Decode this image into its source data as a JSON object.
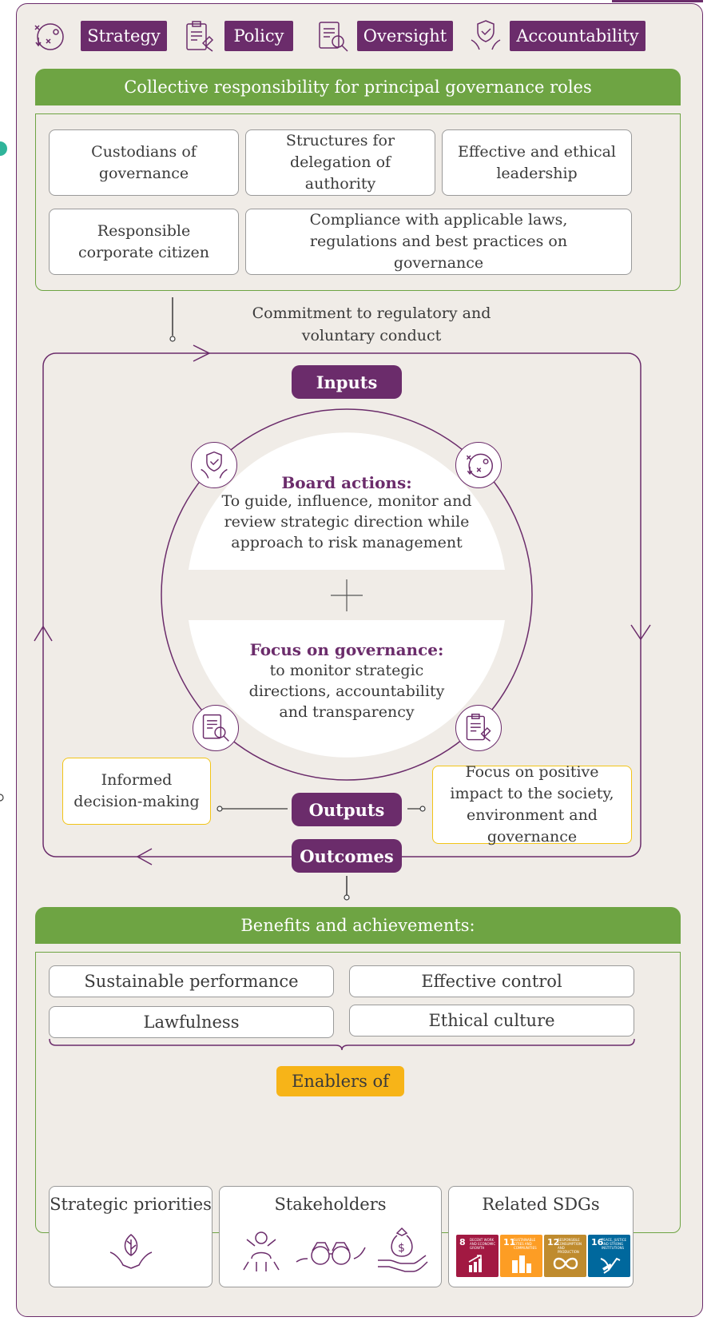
{
  "colors": {
    "purple": "#6b2c6b",
    "green": "#6ea443",
    "yellow": "#f2c417",
    "background": "#f0ece7"
  },
  "legend": [
    {
      "label": "Strategy",
      "icon": "strategy-icon"
    },
    {
      "label": "Policy",
      "icon": "policy-icon"
    },
    {
      "label": "Oversight",
      "icon": "oversight-icon"
    },
    {
      "label": "Accountability",
      "icon": "accountability-icon"
    }
  ],
  "roles": {
    "header": "Collective responsibility for principal governance roles",
    "items": [
      "Custodians of governance",
      "Structures for delegation of authority",
      "Effective and ethical leadership",
      "Responsible corporate citizen",
      "Compliance with applicable laws, regulations and best practices on governance"
    ]
  },
  "commitment": "Commitment to regulatory and voluntary conduct",
  "cycle": {
    "inputs": "Inputs",
    "board_title": "Board actions:",
    "board_text": "To guide, influence, monitor and review strategic direction while approach to risk management",
    "focus_title": "Focus on governance:",
    "focus_text": "to monitor strategic directions, accountability and transparency",
    "outputs": "Outputs",
    "outcomes": "Outcomes",
    "left_output": "Informed decision-making",
    "right_output": "Focus on positive impact to the society, environment and governance"
  },
  "benefits": {
    "header": "Benefits and achievements:",
    "items": [
      "Sustainable performance",
      "Effective control",
      "Lawfulness",
      "Ethical culture"
    ],
    "enablers": "Enablers of",
    "cards": [
      {
        "title": "Strategic priorities"
      },
      {
        "title": "Stakeholders"
      },
      {
        "title": "Related SDGs"
      }
    ],
    "sdgs": [
      {
        "num": "8",
        "label": "DECENT WORK AND ECONOMIC GROWTH",
        "color": "#a21942"
      },
      {
        "num": "11",
        "label": "SUSTAINABLE CITIES AND COMMUNITIES",
        "color": "#fd9d24"
      },
      {
        "num": "12",
        "label": "RESPONSIBLE CONSUMPTION AND PRODUCTION",
        "color": "#bf8b2e"
      },
      {
        "num": "16",
        "label": "PEACE, JUSTICE AND STRONG INSTITUTIONS",
        "color": "#00689d"
      }
    ]
  }
}
